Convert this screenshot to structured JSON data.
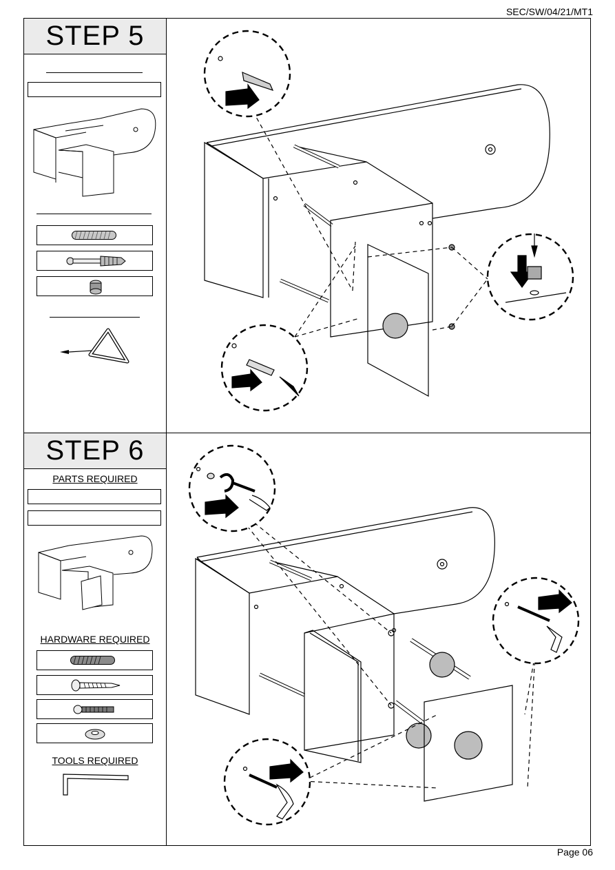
{
  "header": {
    "doc_ref": "SEC/SW/04/21/MT1"
  },
  "footer": {
    "page_label": "Page 06"
  },
  "step5": {
    "title": "STEP 5",
    "parts_heading": "",
    "hardware_heading": "",
    "tools_heading": "",
    "hardware": [
      "wooden-dowel",
      "cam-bolt",
      "cam-lock"
    ],
    "tools": [
      "cam-key-tool"
    ]
  },
  "step6": {
    "title": "STEP 6",
    "parts_heading": "PARTS REQUIRED",
    "hardware_heading": "HARDWARE REQUIRED",
    "tools_heading": "TOOLS REQUIRED",
    "hardware": [
      "wooden-dowel",
      "wood-screw",
      "bolt",
      "washer"
    ],
    "tools": [
      "allen-key"
    ]
  }
}
